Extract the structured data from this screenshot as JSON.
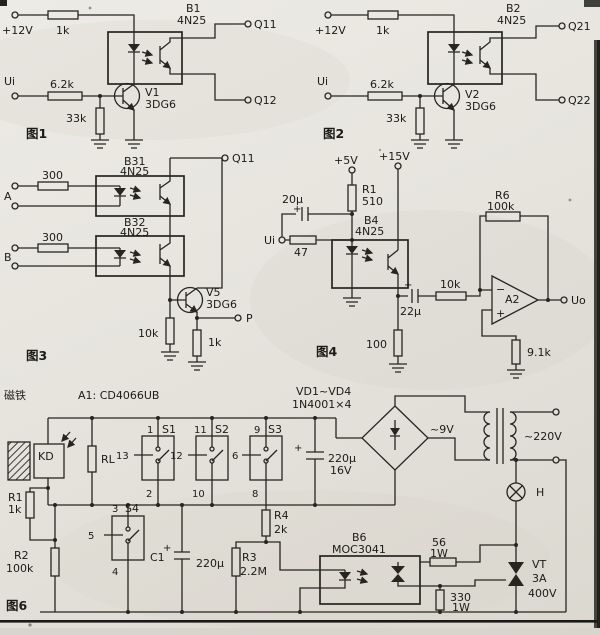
{
  "figure1": {
    "caption": "图1",
    "supply": "+12V",
    "r_top": "1k",
    "opto": "B1",
    "opto_type": "4N25",
    "out_top": "Q11",
    "out_bottom": "Q12",
    "input": "Ui",
    "r_series": "6.2k",
    "r_bias": "33k",
    "transistor": "V1",
    "transistor_type": "3DG6"
  },
  "figure2": {
    "caption": "图2",
    "supply": "+12V",
    "r_top": "1k",
    "opto": "B2",
    "opto_type": "4N25",
    "out_top": "Q21",
    "out_bottom": "Q22",
    "input": "Ui",
    "r_series": "6.2k",
    "r_bias": "33k",
    "transistor": "V2",
    "transistor_type": "3DG6"
  },
  "figure3": {
    "caption": "图3",
    "input_a": "A",
    "input_b": "B",
    "r_a": "300",
    "r_b": "300",
    "opto_a": "B31",
    "opto_a_type": "4N25",
    "opto_b": "B32",
    "opto_b_type": "4N25",
    "out_top": "Q11",
    "transistor": "V5",
    "transistor_type": "3DG6",
    "r_base": "10k",
    "r_emitter": "1k",
    "out_p": "P"
  },
  "figure4": {
    "caption": "图4",
    "supply_5v": "+5V",
    "supply_15v": "+15V",
    "r1": "R1",
    "r1_value": "510",
    "cap_in": "20μ",
    "cap_in_polarity": "+",
    "input": "Ui",
    "r_in": "47",
    "opto": "B4",
    "opto_type": "4N25",
    "r_feedback": "R6",
    "r_feedback_value": "100k",
    "r_coupling": "10k",
    "cap_out": "22μ",
    "cap_out_polarity": "+",
    "opamp": "A2",
    "opamp_minus": "−",
    "opamp_plus": "+",
    "output": "Uo",
    "r_emitter": "100",
    "r_noninv": "9.1k"
  },
  "figure6": {
    "caption": "图6",
    "magnet": "磁铁",
    "sensor": "KD",
    "ic": "A1: CD4066UB",
    "r_l": "RL",
    "r1": "R1",
    "r1_value": "1k",
    "r2": "R2",
    "r2_value": "100k",
    "c1": "C1",
    "c1_value": "220μ",
    "c1_polarity": "+",
    "r3": "R3",
    "r3_value": "2.2M",
    "r4": "R4",
    "r4_value": "2k",
    "s1": {
      "pin_in": "1",
      "name": "S1",
      "pin_ctrl": "13",
      "pin_out": "2"
    },
    "s2": {
      "pin_in": "11",
      "name": "S2",
      "pin_ctrl": "12",
      "pin_out": "10"
    },
    "s3": {
      "pin_in": "9",
      "name": "S3",
      "pin_ctrl": "6",
      "pin_out": "8"
    },
    "s4": {
      "pin_in": "3",
      "name": "S4",
      "pin_ctrl": "5",
      "pin_out": "4"
    },
    "rectifier": {
      "line1": "VD1~VD4",
      "line2": "1N4001×4"
    },
    "ac_secondary": "~9V",
    "ac_mains": "~220V",
    "c_filter": {
      "polarity": "+",
      "value": "220μ",
      "voltage": "16V"
    },
    "opto": "B6",
    "opto_type": "MOC3041",
    "r56": "56",
    "r56_power": "1W",
    "r330": "330",
    "r330_power": "1W",
    "lamp": "H",
    "triac": "VT",
    "triac_current": "3A",
    "triac_voltage": "400V"
  }
}
